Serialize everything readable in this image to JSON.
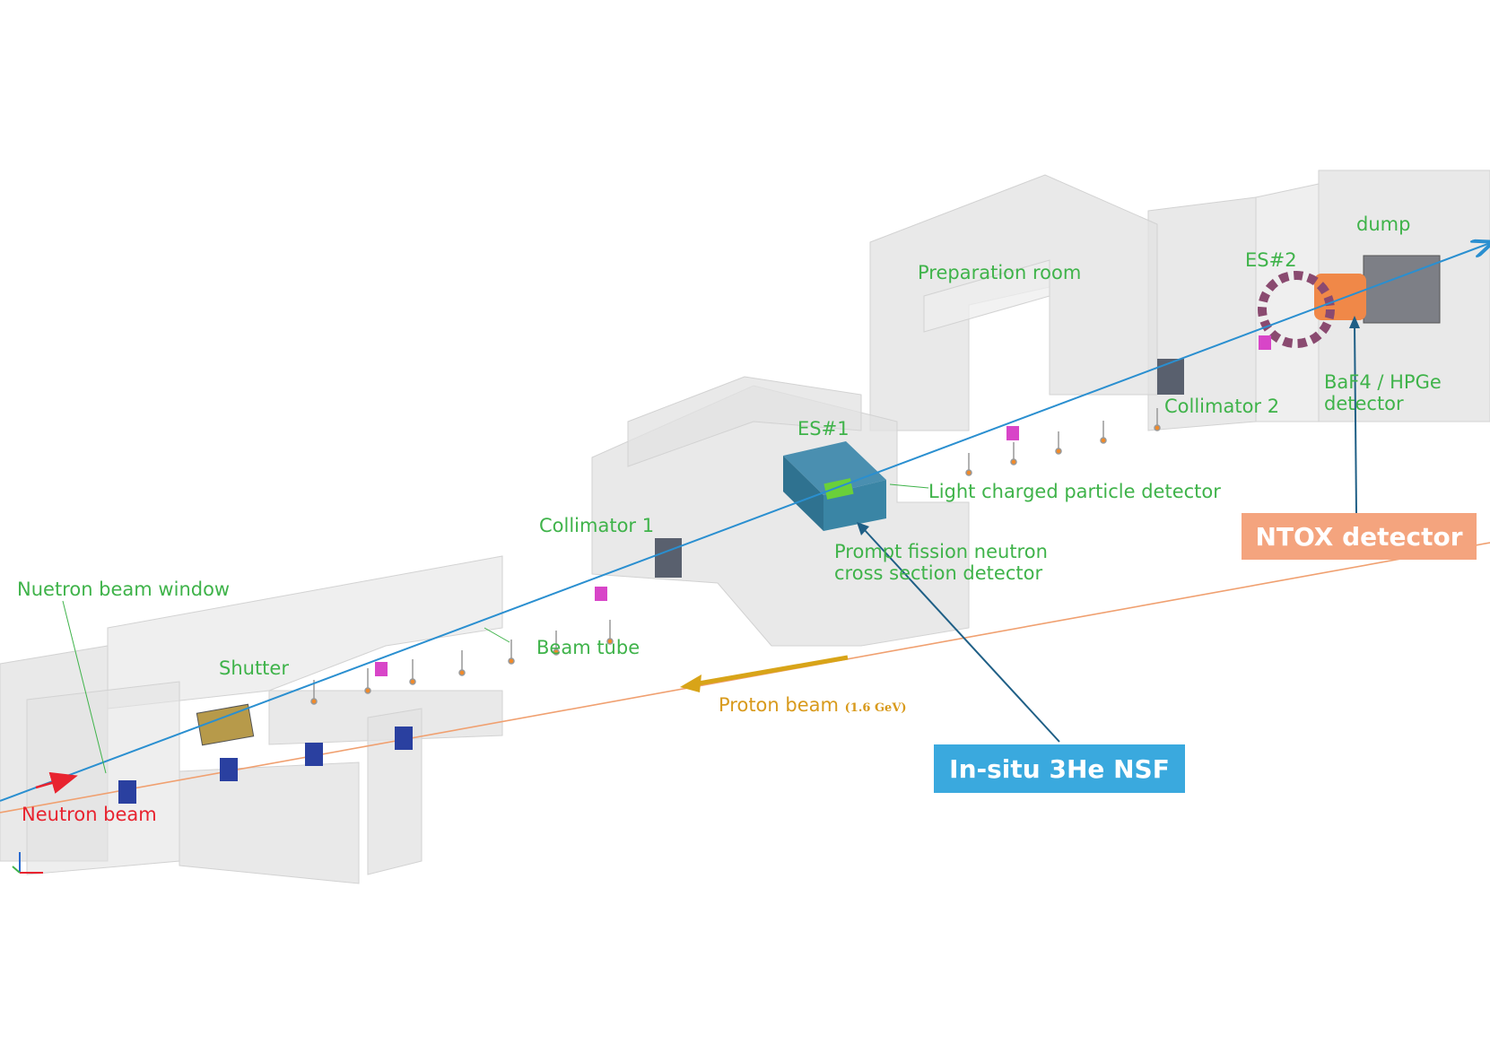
{
  "labels": {
    "dump": "dump",
    "es2": "ES#2",
    "preparation_room": "Preparation room",
    "baf4_line1": "BaF4 / HPGe",
    "baf4_line2": "detector",
    "collimator2": "Collimator 2",
    "es1": "ES#1",
    "light_charged": "Light charged particle detector",
    "collimator1": "Collimator 1",
    "prompt_line1": "Prompt fission neutron",
    "prompt_line2": "cross section detector",
    "nuetron_window": "Nuetron beam window",
    "shutter": "Shutter",
    "beam_tube": "Beam tube",
    "proton_beam": "Proton beam",
    "proton_energy": "(1.6 GeV)",
    "neutron_beam": "Neutron beam"
  },
  "callouts": {
    "ntox": "NTOX detector",
    "insitu": "In-situ 3He NSF"
  },
  "colors": {
    "label_green": "#3fb34a",
    "neutron_red": "#e8232f",
    "proton_gold": "#d89a1c",
    "beamline_blue": "#2a8fd0",
    "ntox_orange": "#f4a47e",
    "insitu_blue": "#3aa9de",
    "wall_gray": "#e6e6e6"
  }
}
